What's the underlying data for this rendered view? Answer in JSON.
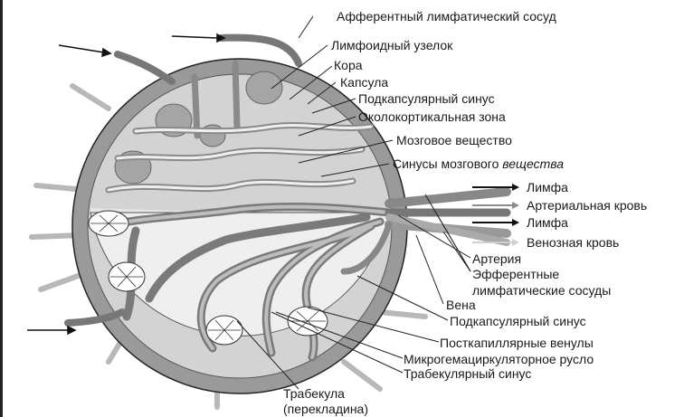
{
  "labels": {
    "afferent": "Афферентный лимфатический сосуд",
    "nodule": "Лимфоидный узелок",
    "cortex": "Кора",
    "capsule": "Капсула",
    "subcapsular_sinus_top": "Подкапсулярный синус",
    "paracortex": "Околокортикальная зона",
    "medulla": "Мозговое вещество",
    "medullary_sinuses_prefix": "Синусы мозгового",
    "medullary_sinuses_italic": "вещества",
    "efferent_line1": "Эфферентные",
    "efferent_line2": "лимфатические сосуды",
    "artery": "Артерия",
    "vein": "Вена",
    "subcapsular_sinus_bottom": "Подкапсулярный синус",
    "postcapillary_venules": "Посткапиллярные венулы",
    "microcirculatory_bed": "Микрогемациркуляторное русло",
    "trabecular_sinus": "Трабекулярный синус",
    "trabecula_line1": "Трабекула",
    "trabecula_line2": "(перекладина)"
  },
  "legend": [
    {
      "label": "Лимфа",
      "color": "#111111"
    },
    {
      "label": "Артериальная кровь",
      "color": "#8c8c8c"
    },
    {
      "label": "Лимфа",
      "color": "#111111"
    },
    {
      "label": "Венозная кровь",
      "color": "#cfcfcf"
    }
  ],
  "colors": {
    "capsule": "#9a9a9a",
    "cortex": "#d3d3d3",
    "nodule": "#a8a8a8",
    "sinus": "#ececec",
    "vessel": "#7a7a7a",
    "outline": "#222222"
  }
}
